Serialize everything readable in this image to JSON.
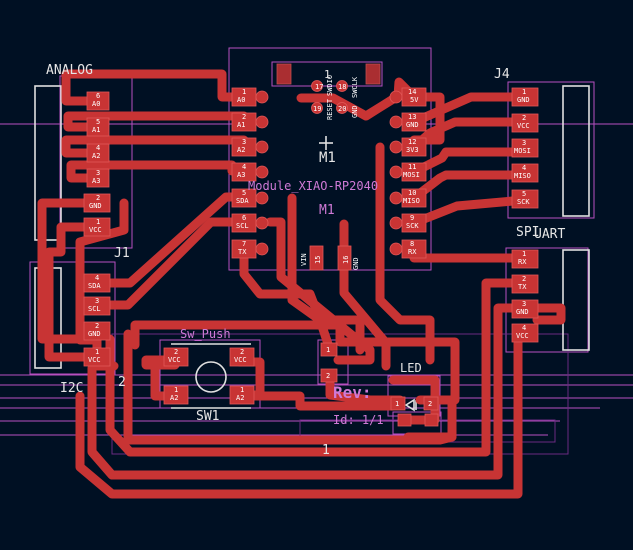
{
  "colors": {
    "background": "#001023",
    "copper": "#c83434",
    "fabrication": "#b74fc0",
    "silkscreen": "#e6e6e6"
  },
  "labels": {
    "analog": "ANALOG",
    "j1": "J1",
    "i2c": "I2C",
    "j2": "2",
    "j4": "J4",
    "spi": "SPI",
    "uart": "UART",
    "m1_ref": "M1",
    "m1_ref2": "M1",
    "m1_value": "Module_XIAO-RP2040",
    "m1_pin1": "1",
    "sw_value": "Sw_Push",
    "sw_ref": "SW1",
    "led_label": "LED",
    "rev_text": "Rev:",
    "rev_sub": "Id: 1/1",
    "board_mark": "1"
  },
  "pins": {
    "analog": [
      "A0",
      "A1",
      "A2",
      "A3",
      "GND",
      "VCC"
    ],
    "analog_nums": [
      "6",
      "5",
      "4",
      "3",
      "2",
      "1"
    ],
    "i2c": [
      "SDA",
      "SCL",
      "GND",
      "VCC"
    ],
    "i2c_nums": [
      "4",
      "3",
      "2",
      "1"
    ],
    "spi": [
      "GND",
      "VCC",
      "MOSI",
      "MISO",
      "SCK"
    ],
    "spi_nums": [
      "1",
      "2",
      "3",
      "4",
      "5"
    ],
    "uart": [
      "RX",
      "TX",
      "GND",
      "VCC"
    ],
    "uart_nums": [
      "1",
      "2",
      "3",
      "4"
    ],
    "mcu_left": [
      "A0",
      "A1",
      "A2",
      "A3",
      "SDA",
      "SCL",
      "TX"
    ],
    "mcu_left_nums": [
      "1",
      "2",
      "3",
      "4",
      "5",
      "6",
      "7"
    ],
    "mcu_right": [
      "5V",
      "GND",
      "3V3",
      "MOSI",
      "MISO",
      "SCK",
      "RX"
    ],
    "mcu_right_nums": [
      "14",
      "13",
      "12",
      "11",
      "10",
      "9",
      "8"
    ],
    "mcu_top": [
      "RESET",
      "SWDIO",
      "GND",
      "SWCLK"
    ],
    "mcu_top_nums": [
      "17",
      "18",
      "19",
      "20"
    ],
    "mcu_bottom": [
      "VIN",
      "GND"
    ],
    "mcu_bottom_nums": [
      "15",
      "16"
    ],
    "sw": [
      "VCC",
      "A2",
      "VCC",
      "A2"
    ],
    "sw_nums": [
      "2",
      "1",
      "2",
      "1"
    ],
    "small_top": [
      "1",
      "2"
    ],
    "small_led": [
      "1",
      "2"
    ]
  }
}
